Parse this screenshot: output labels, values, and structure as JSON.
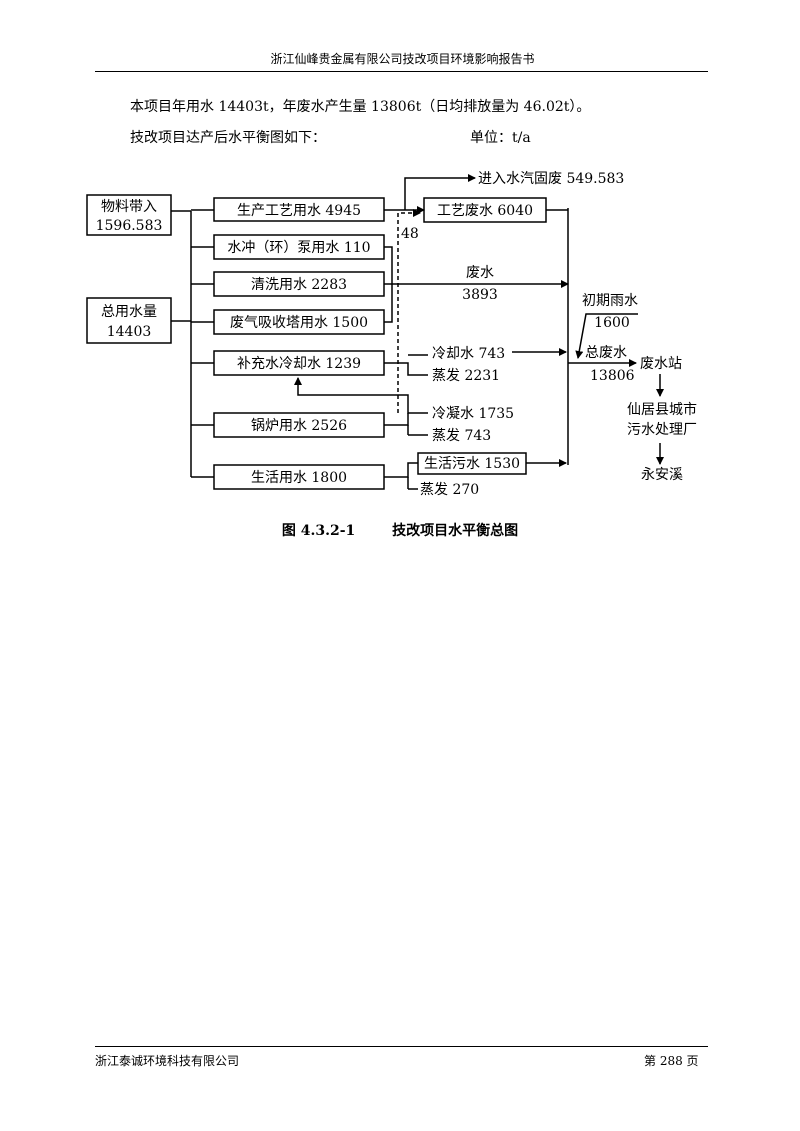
{
  "header": {
    "title": "浙江仙峰贵金属有限公司技改项目环境影响报告书"
  },
  "body": {
    "line1": "本项目年用水 14403t，年废水产生量 13806t（日均排放量为 46.02t）。",
    "line2": "技改项目达产后水平衡图如下：",
    "unit": "单位：t/a"
  },
  "diagram": {
    "material_in": [
      "物料带入",
      "1596.583"
    ],
    "total_water": [
      "总用水量",
      "14403"
    ],
    "uses": {
      "process": "生产工艺用水 4945",
      "pump": "水冲（环）泵用水 110",
      "cleaning": "清洗用水 2283",
      "gas_tower": "废气吸收塔用水 1500",
      "cooling": "补充水冷却水 1239",
      "boiler": "锅炉用水 2526",
      "domestic": "生活用水 1800"
    },
    "to_solid_waste": "进入水汽固废 549.583",
    "process_wastewater": "工艺废水 6040",
    "label_48": "48",
    "wastewater": [
      "废水",
      "3893"
    ],
    "rain": [
      "初期雨水",
      "1600"
    ],
    "total_wastewater": [
      "总废水",
      "13806"
    ],
    "cooling_water": "冷却水 743",
    "evap_cooling": "蒸发 2231",
    "condensate": "冷凝水 1735",
    "evap_boiler": "蒸发 743",
    "domestic_sewage": "生活污水 1530",
    "evap_domestic": "蒸发 270",
    "station": "废水站",
    "city_plant": [
      "仙居县城市",
      "污水处理厂"
    ],
    "river": "永安溪"
  },
  "caption": {
    "number": "图 4.3.2-1",
    "title": "技改项目水平衡总图"
  },
  "footer": {
    "company": "浙江泰诚环境科技有限公司",
    "page": "第 288 页"
  }
}
